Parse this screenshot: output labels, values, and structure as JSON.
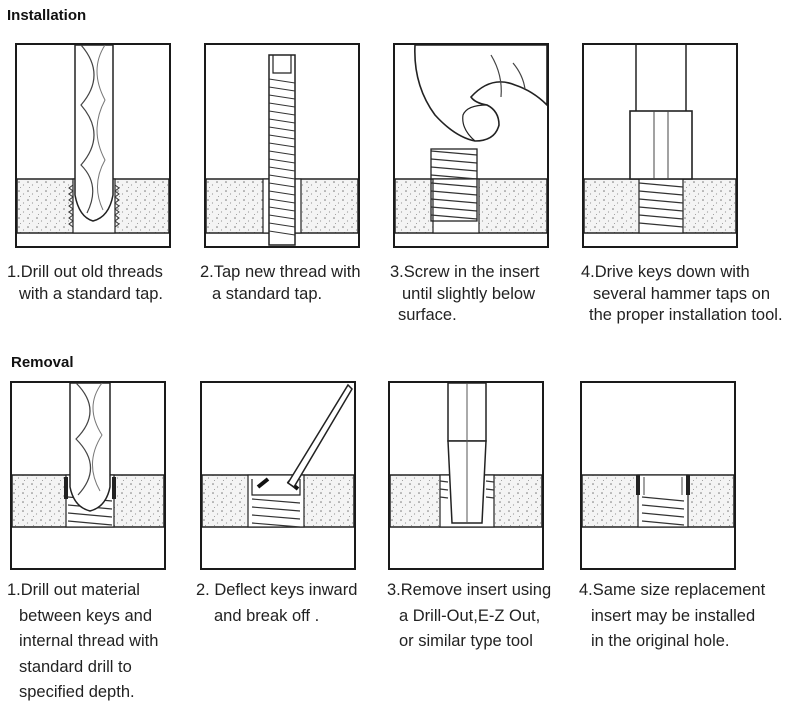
{
  "installation": {
    "title": "Installation",
    "steps": [
      {
        "lines": [
          "1.Drill out old threads",
          "with a standard tap."
        ]
      },
      {
        "lines": [
          "2.Tap new thread with",
          "a standard tap."
        ]
      },
      {
        "lines": [
          "3.Screw in the insert",
          "until slightly below",
          "surface."
        ]
      },
      {
        "lines": [
          "4.Drive keys down with",
          "several hammer taps on",
          "the proper installation tool."
        ]
      }
    ]
  },
  "removal": {
    "title": "Removal",
    "steps": [
      {
        "lines": [
          "1.Drill out material",
          "between keys and",
          "internal thread with",
          "standard drill to",
          "specified depth."
        ]
      },
      {
        "lines": [
          "2. Deflect keys inward",
          "and break off ."
        ]
      },
      {
        "lines": [
          "3.Remove insert using",
          "a Drill-Out,E-Z Out,",
          "or similar type tool"
        ]
      },
      {
        "lines": [
          "4.Same size replacement",
          "insert may be installed",
          "in the original hole."
        ]
      }
    ]
  }
}
